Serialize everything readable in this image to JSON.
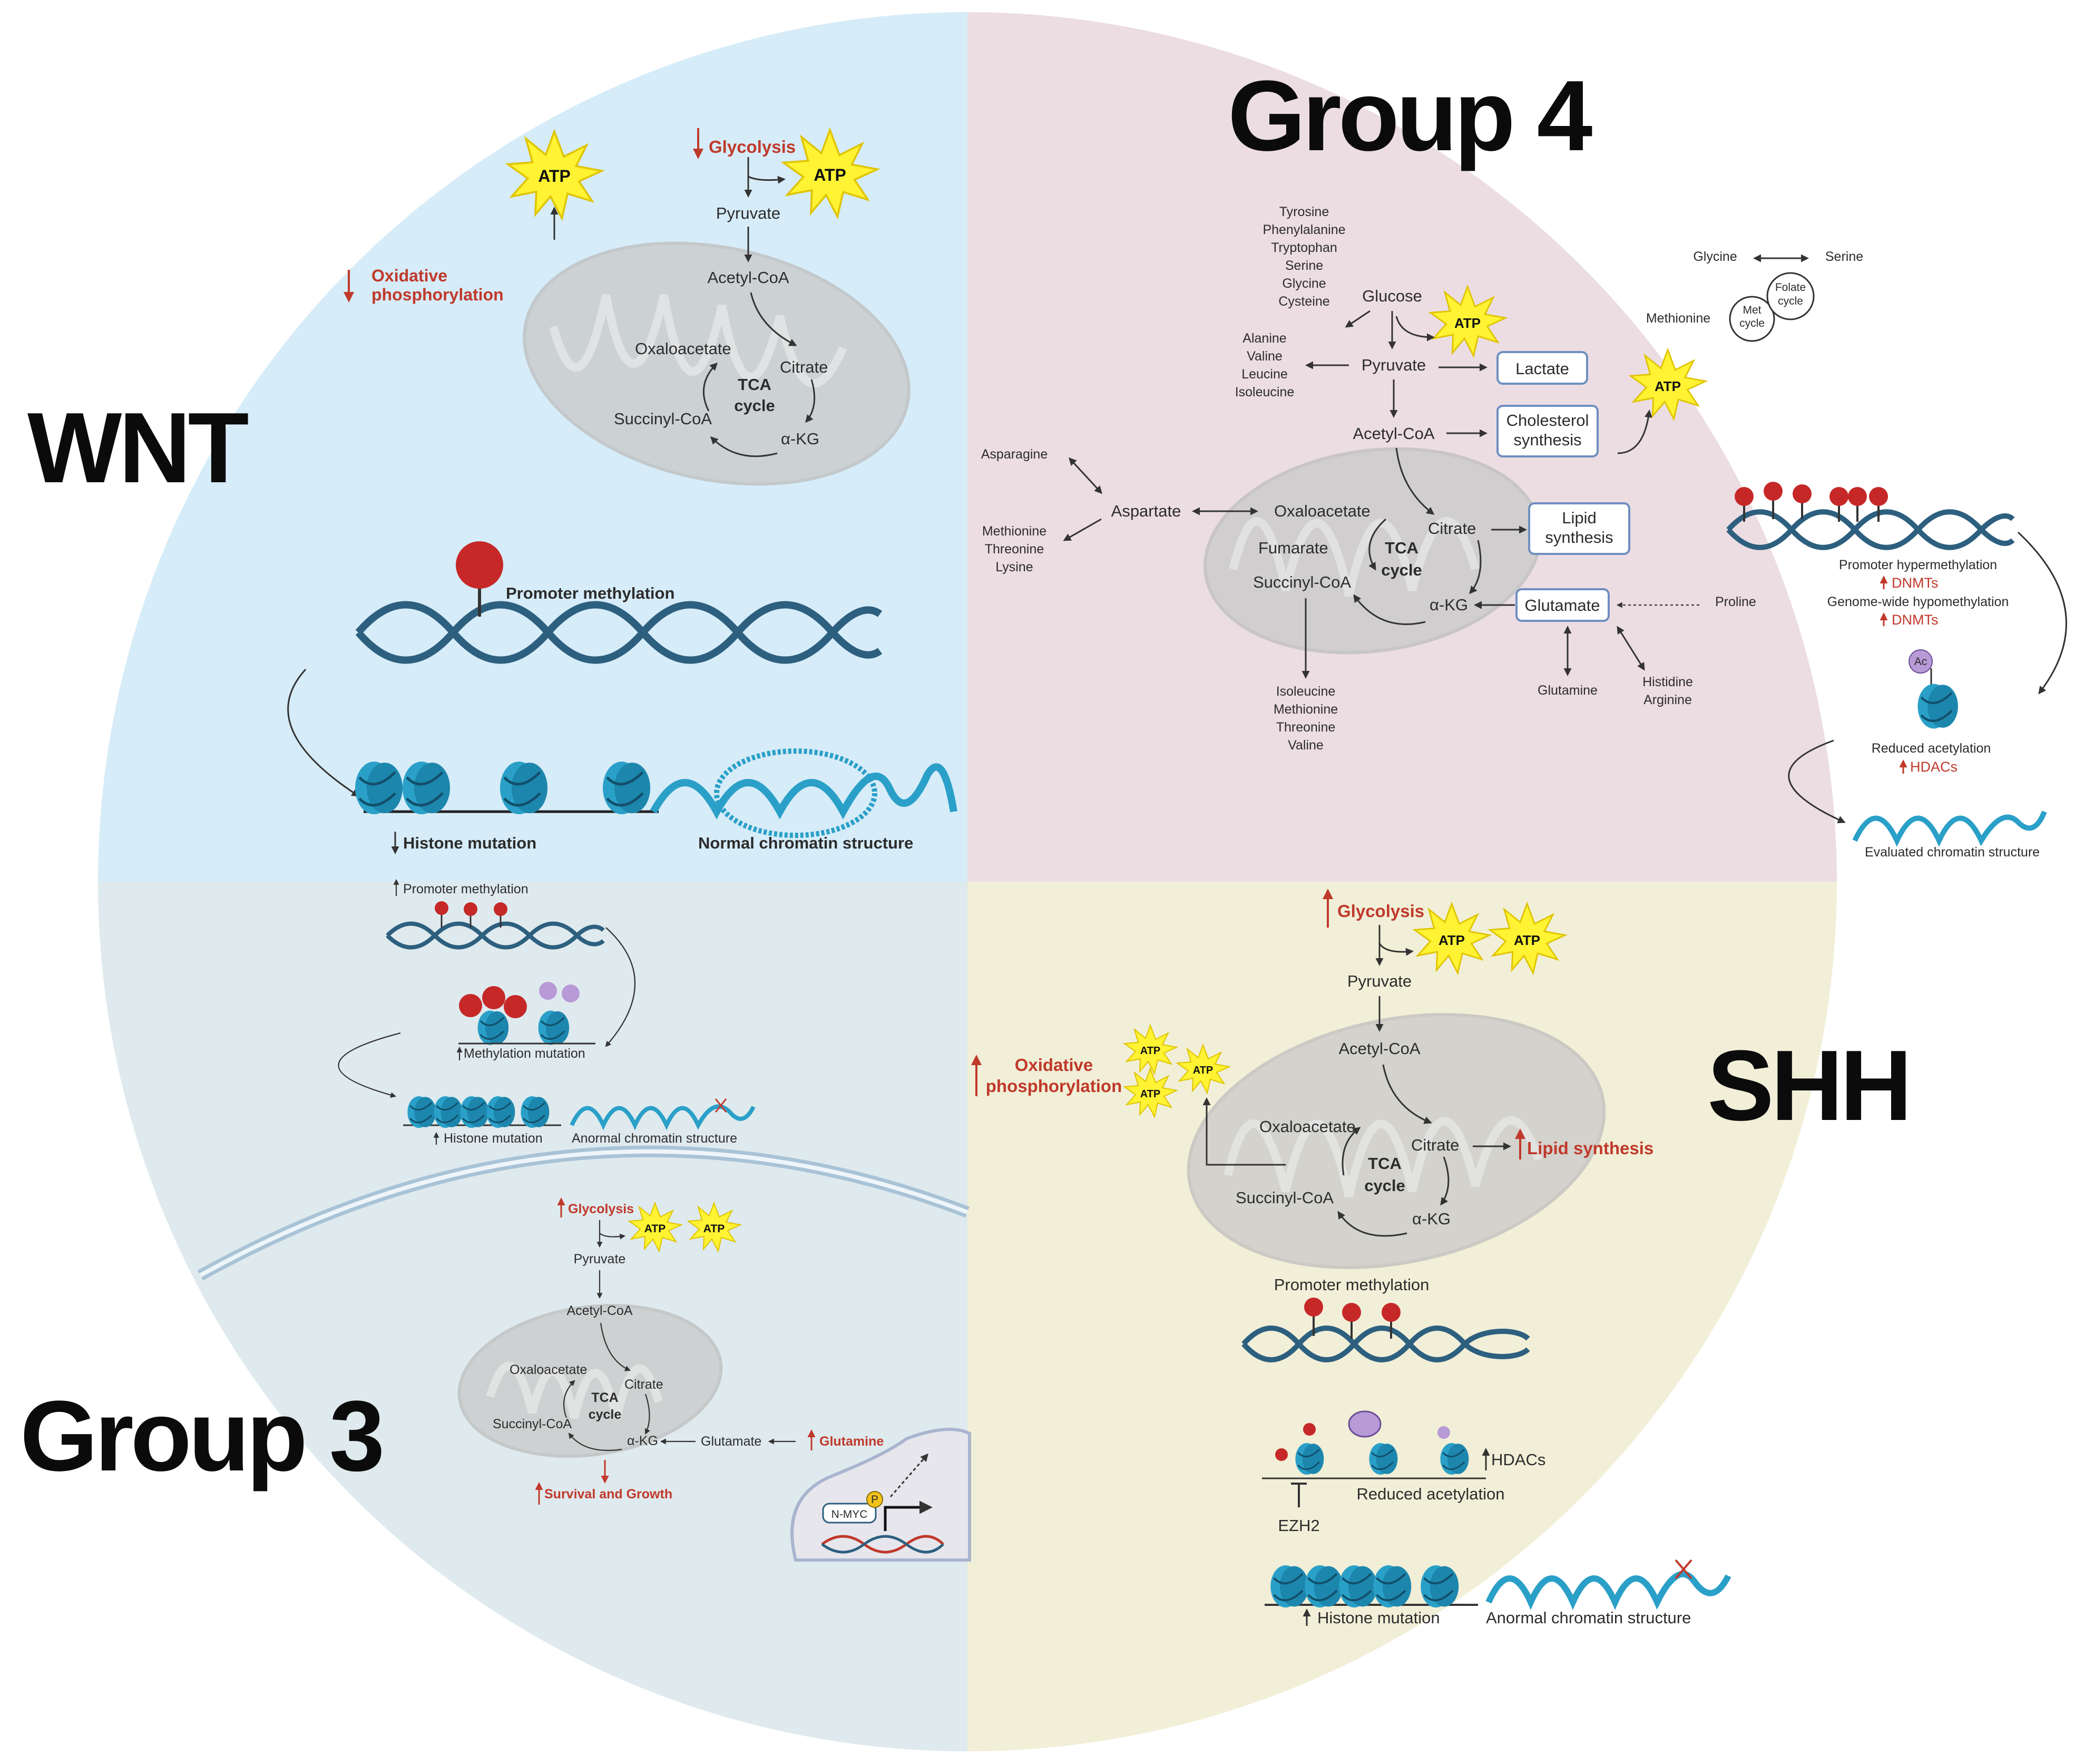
{
  "quadrants": {
    "wnt": {
      "name": "WNT",
      "glycolysis": "Glycolysis",
      "atp": "ATP",
      "pyruvate": "Pyruvate",
      "acetyl_coa": "Acetyl-CoA",
      "oxphos_line1": "Oxidative",
      "oxphos_line2": "phosphorylation",
      "oxaloacetate": "Oxaloacetate",
      "citrate": "Citrate",
      "tca_line1": "TCA",
      "tca_line2": "cycle",
      "succinyl_coa": "Succinyl-CoA",
      "akg": "α-KG",
      "promoter_methylation": "Promoter methylation",
      "histone_mutation": "Histone mutation",
      "normal_chromatin": "Normal chromatin structure"
    },
    "group4": {
      "name": "Group 4",
      "aa_list_1": [
        "Tyrosine",
        "Phenylalanine",
        "Tryptophan",
        "Serine",
        "Glycine",
        "Cysteine"
      ],
      "glucose": "Glucose",
      "atp": "ATP",
      "aa_list_2": [
        "Alanine",
        "Valine",
        "Leucine",
        "Isoleucine"
      ],
      "pyruvate": "Pyruvate",
      "lactate": "Lactate",
      "acetyl_coa": "Acetyl-CoA",
      "cholesterol_line1": "Cholesterol",
      "cholesterol_line2": "synthesis",
      "asparagine": "Asparagine",
      "aspartate": "Aspartate",
      "aa_list_3": [
        "Methionine",
        "Threonine",
        "Lysine"
      ],
      "oxaloacetate": "Oxaloacetate",
      "fumarate": "Fumarate",
      "citrate": "Citrate",
      "tca_line1": "TCA",
      "tca_line2": "cycle",
      "succinyl_coa": "Succinyl-CoA",
      "akg": "α-KG",
      "lipid_line1": "Lipid",
      "lipid_line2": "synthesis",
      "glutamate": "Glutamate",
      "proline": "Proline",
      "glutamine": "Glutamine",
      "aa_list_4": [
        "Histidine",
        "Arginine"
      ],
      "aa_list_5": [
        "Isoleucine",
        "Methionine",
        "Threonine",
        "Valine"
      ],
      "glycine": "Glycine",
      "serine": "Serine",
      "methionine": "Methionine",
      "met_line1": "Met",
      "met_line2": "cycle",
      "folate_line1": "Folate",
      "folate_line2": "cycle",
      "promoter_hyper": "Promoter hypermethylation",
      "dnmts": "DNMTs",
      "genome_hypo": "Genome-wide hypomethylation",
      "ac": "Ac",
      "reduced_acetylation": "Reduced acetylation",
      "hdacs": "HDACs",
      "evaluated_chromatin": "Evaluated chromatin structure"
    },
    "group3": {
      "name": "Group 3",
      "promoter_methylation": "Promoter methylation",
      "methylation_mutation": "Methylation mutation",
      "histone_mutation": "Histone mutation",
      "abnormal_chromatin": "Anormal chromatin structure",
      "glycolysis": "Glycolysis",
      "atp": "ATP",
      "pyruvate": "Pyruvate",
      "acetyl_coa": "Acetyl-CoA",
      "oxaloacetate": "Oxaloacetate",
      "citrate": "Citrate",
      "tca_line1": "TCA",
      "tca_line2": "cycle",
      "succinyl_coa": "Succinyl-CoA",
      "akg": "α-KG",
      "glutamate": "Glutamate",
      "glutamine": "Glutamine",
      "survival": "Survival and Growth",
      "nmyc": "N-MYC",
      "p": "P"
    },
    "shh": {
      "name": "SHH",
      "glycolysis": "Glycolysis",
      "atp": "ATP",
      "pyruvate": "Pyruvate",
      "acetyl_coa": "Acetyl-CoA",
      "oxphos_line1": "Oxidative",
      "oxphos_line2": "phosphorylation",
      "oxaloacetate": "Oxaloacetate",
      "citrate": "Citrate",
      "lipid_synthesis": "Lipid synthesis",
      "tca_line1": "TCA",
      "tca_line2": "cycle",
      "succinyl_coa": "Succinyl-CoA",
      "akg": "α-KG",
      "promoter_methylation": "Promoter methylation",
      "hdacs": "HDACs",
      "reduced_acetylation": "Reduced acetylation",
      "ezh2": "EZH2",
      "histone_mutation": "Histone mutation",
      "abnormal_chromatin": "Anormal chromatin structure"
    }
  },
  "colors": {
    "wnt_bg": "#d6ecf8",
    "group4_bg": "#ecdde3",
    "group3_bg": "#dfeaee",
    "shh_bg": "#f1efd7",
    "dna": "#2d5f7f",
    "nucleosome": "#2aa0c8",
    "methyl": "#c62828",
    "atp_star": "#fff333",
    "accent_red": "#c0392b"
  }
}
